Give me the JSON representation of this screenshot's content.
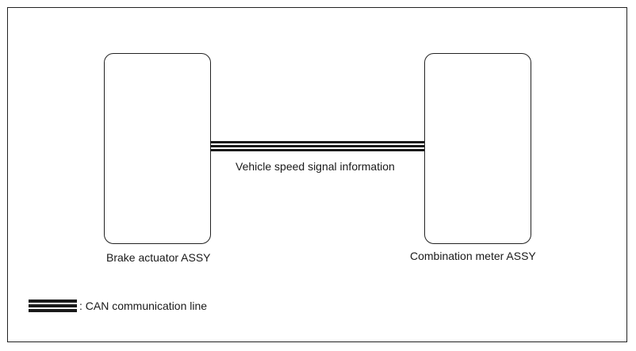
{
  "diagram": {
    "left_component": {
      "label": "Brake actuator ASSY"
    },
    "right_component": {
      "label": "Combination meter ASSY"
    },
    "connection": {
      "label": "Vehicle speed signal information"
    },
    "legend": {
      "label": ": CAN communication line"
    }
  }
}
